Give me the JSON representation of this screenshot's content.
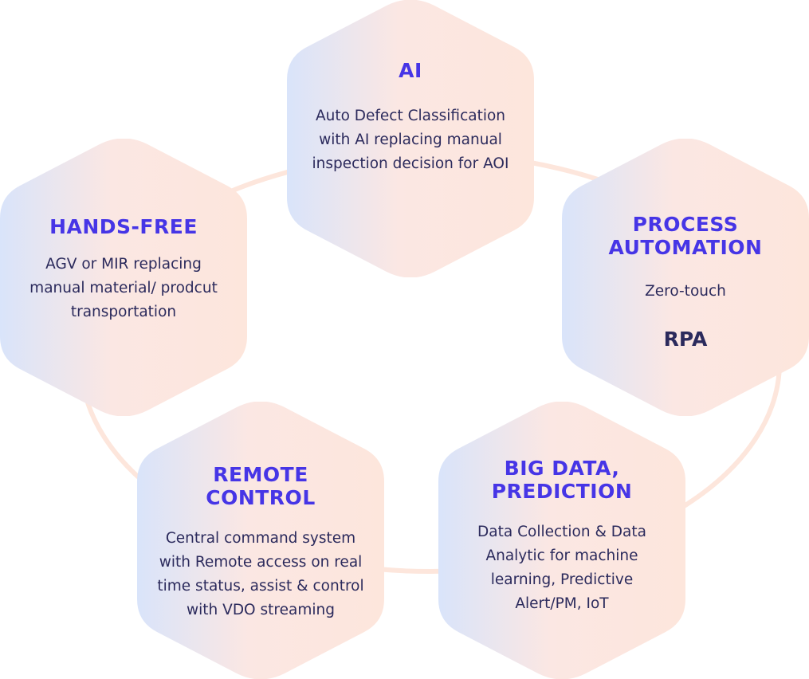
{
  "colors": {
    "title": "#4635e6",
    "text": "#2b2a5c",
    "ring": "#fde6dc",
    "gradient_left": "#d9e4fa",
    "gradient_right": "#fde6dc"
  },
  "hexagons": {
    "ai": {
      "title": "AI",
      "desc": "Auto Defect Classification with AI replacing manual inspection decision for AOI"
    },
    "process": {
      "title": "PROCESS AUTOMATION",
      "desc": "Zero-touch",
      "extra": "RPA"
    },
    "hands": {
      "title": "HANDS-FREE",
      "desc": "AGV or MIR replacing manual material/ prodcut transportation"
    },
    "remote": {
      "title": "REMOTE CONTROL",
      "desc": "Central command system with Remote access on real time status, assist & control with VDO streaming"
    },
    "bigdata": {
      "title": "BIG DATA, PREDICTION",
      "desc": "Data Collection & Data Analytic for machine learning, Predictive Alert/PM, IoT"
    }
  }
}
